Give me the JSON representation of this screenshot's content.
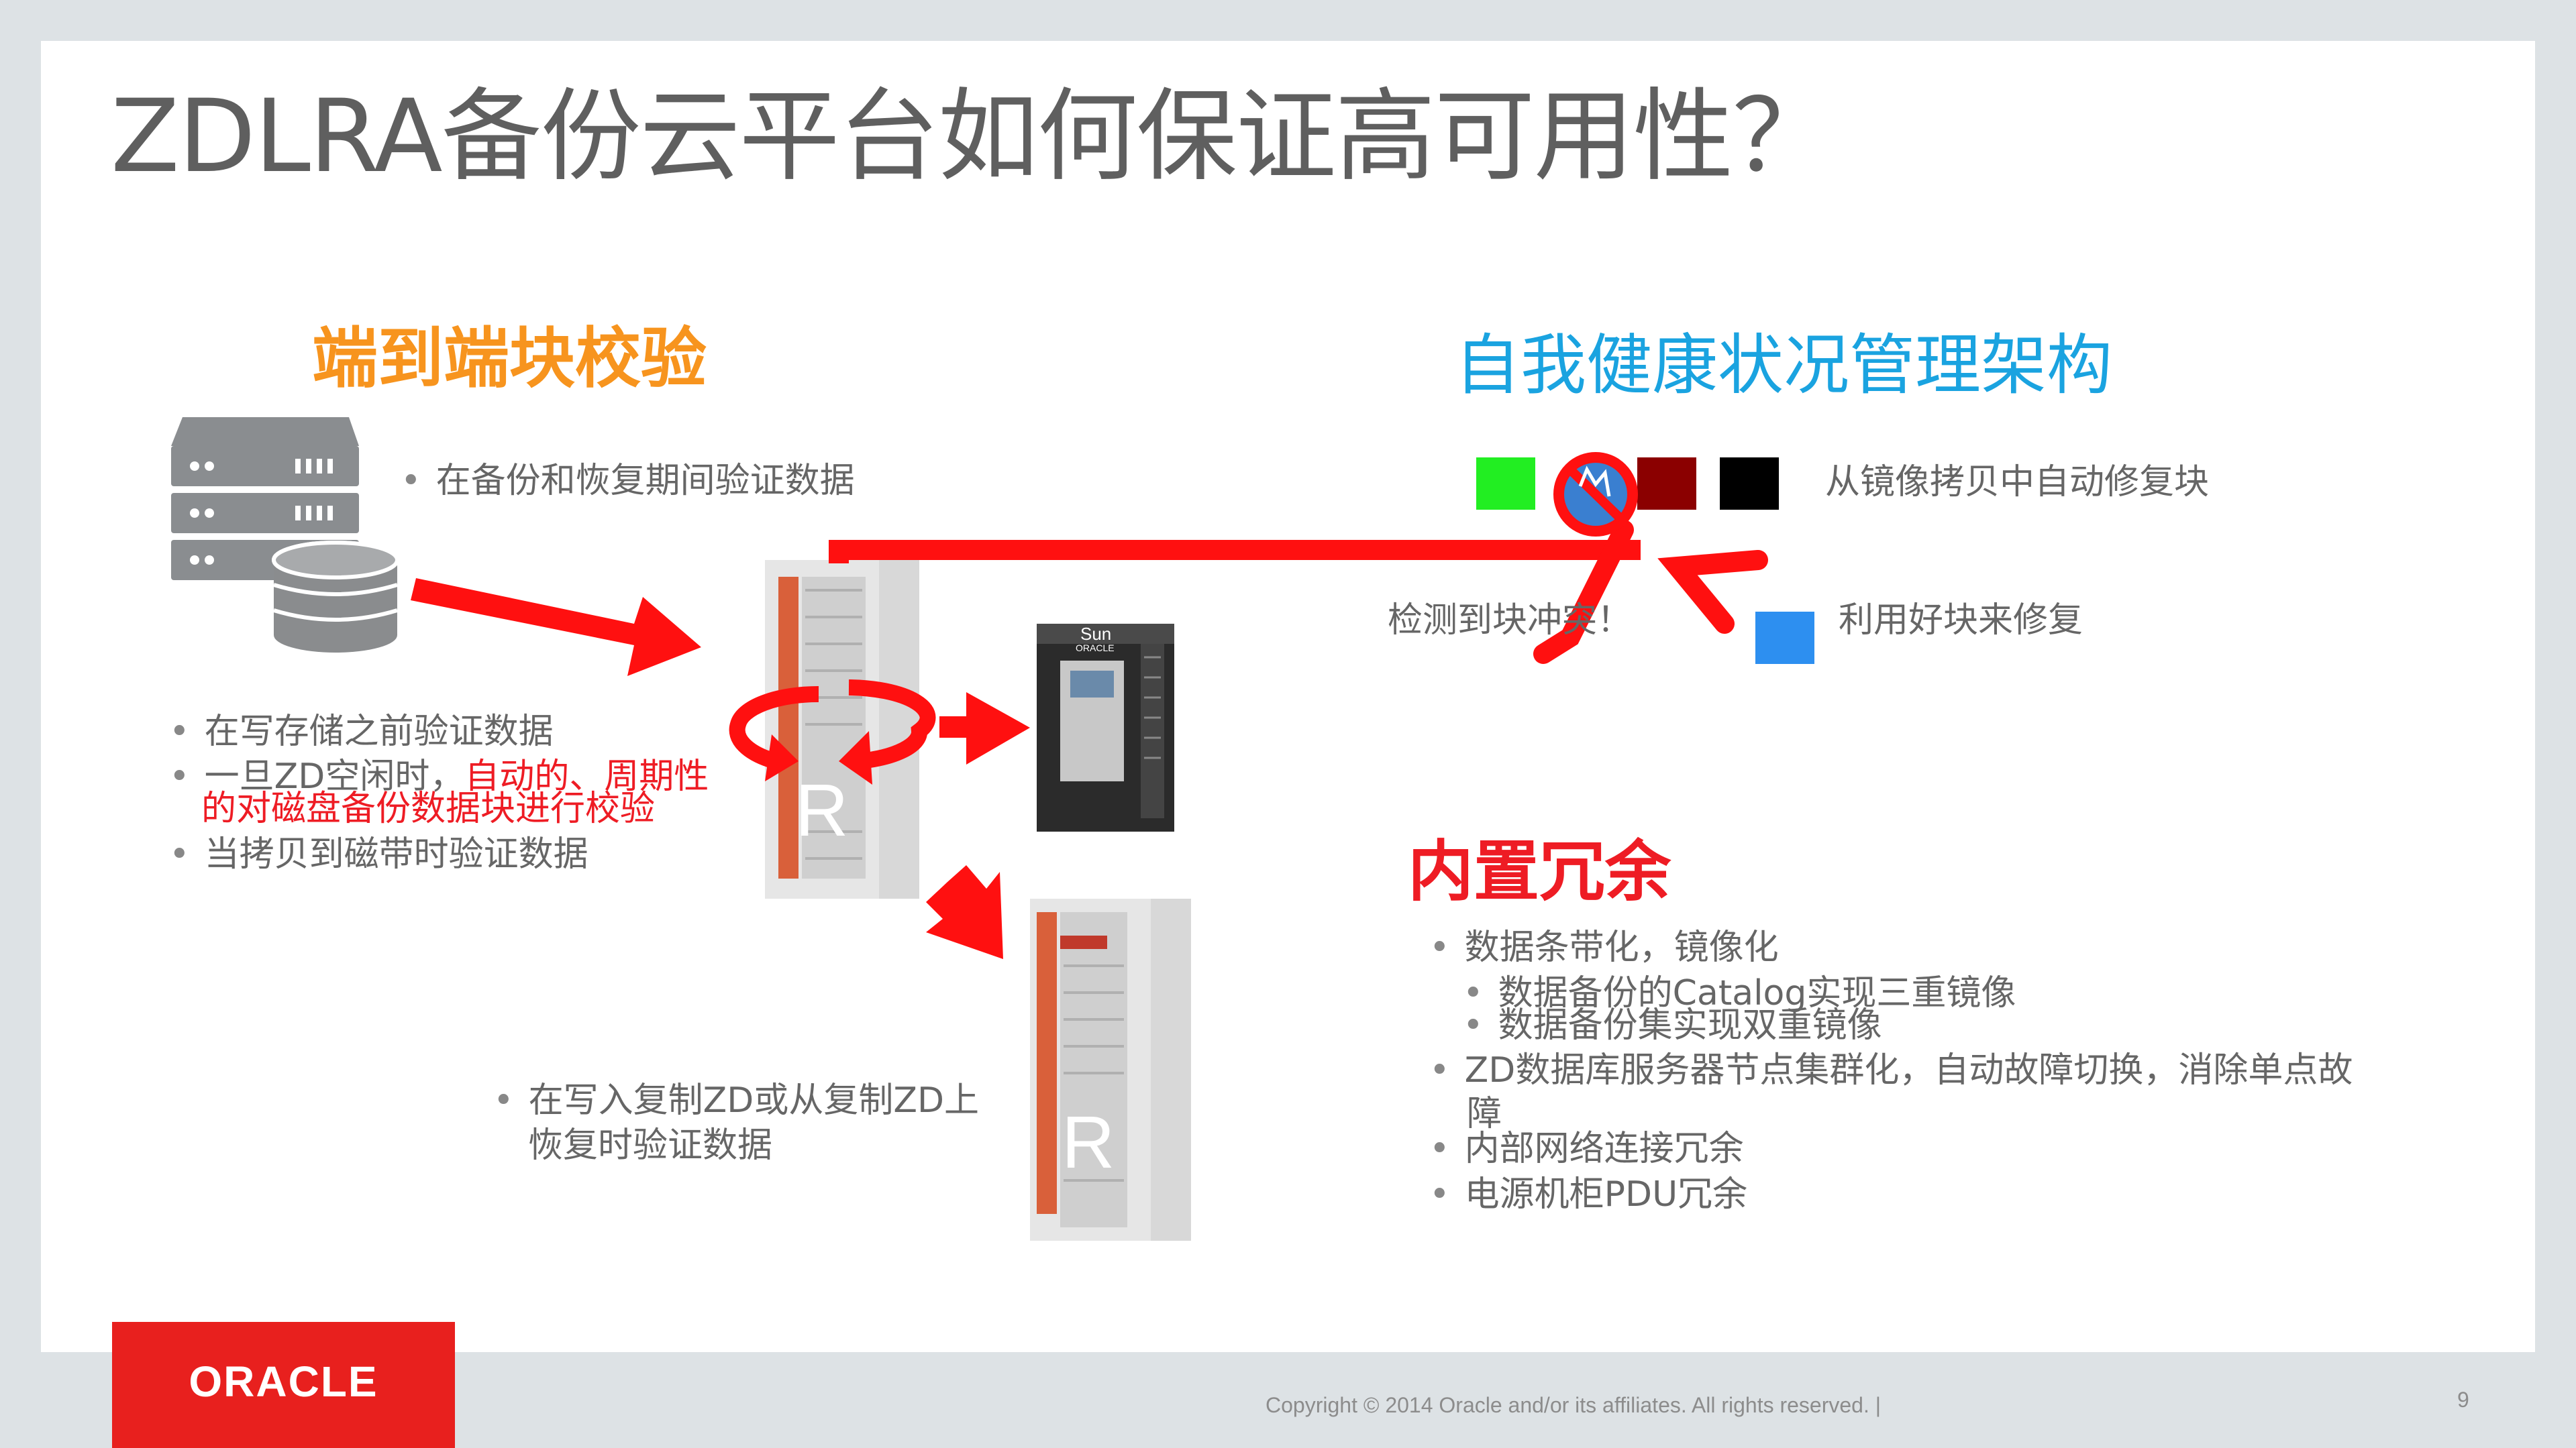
{
  "title": "ZDLRA备份云平台如何保证高可用性？",
  "sections": {
    "checksum": {
      "heading": "端到端块校验",
      "bullet_top": "在备份和恢复期间验证数据",
      "bullets": [
        "在写存储之前验证数据",
        "一旦ZD空闲时，",
        "当拷贝到磁带时验证数据"
      ],
      "highlight_1": "自动的、周期性",
      "highlight_2": "的对磁盘备份数据块进行校验",
      "bullet_replica_1": "在写入复制ZD或从复制ZD上",
      "bullet_replica_2": "恢复时验证数据"
    },
    "health": {
      "heading": "自我健康状况管理架构",
      "repair_label": "从镜像拷贝中自动修复块",
      "detect_label": "检测到块冲突！",
      "good_block_label": "利用好块来修复",
      "colors": {
        "green": "#22ee22",
        "darkred": "#8b0000",
        "black": "#000000",
        "blue": "#2d8ff0"
      }
    },
    "redundancy": {
      "heading": "内置冗余",
      "items": [
        {
          "text": "数据条带化，镜像化",
          "level": 1
        },
        {
          "text": "数据备份的Catalog实现三重镜像",
          "level": 2
        },
        {
          "text": "数据备份集实现双重镜像",
          "level": 2
        },
        {
          "text": "ZD数据库服务器节点集群化，自动故障切换，消除单点故",
          "level": 1
        },
        {
          "text": "障",
          "level": 0
        },
        {
          "text": "内部网络连接冗余",
          "level": 1
        },
        {
          "text": "电源机柜PDU冗余",
          "level": 1
        }
      ]
    }
  },
  "footer": {
    "logo": "ORACLE",
    "copyright": "Copyright © 2014 Oracle and/or its affiliates. All rights reserved.  |",
    "page": "9"
  },
  "hardware": {
    "rack_letter": "R",
    "tape_brand": "Sun",
    "tape_sub": "ORACLE"
  }
}
